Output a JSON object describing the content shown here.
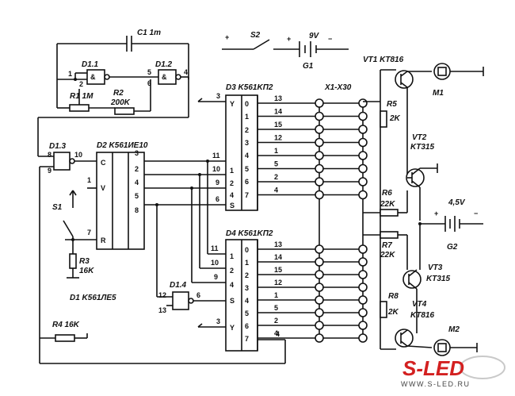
{
  "components": {
    "C1": "C1 1m",
    "S2": "S2",
    "battery_9v": "9V",
    "G1": "G1",
    "VT1": "VT1 KT816",
    "M1": "M1",
    "D1_1": "D1.1",
    "D1_2": "D1.2",
    "R1": "R1 1M",
    "R2": "R2",
    "R2_val": "200K",
    "D3": "D3 K561KП2",
    "X1": "X1-X30",
    "R5": "R5",
    "R5_val": "2K",
    "VT2": "VT2",
    "VT2_type": "KT315",
    "D1_3": "D1.3",
    "D2": "D2 K561ИE10",
    "S1": "S1",
    "R3": "R3",
    "R3_val": "16K",
    "D1": "D1 K561ЛE5",
    "R6": "R6",
    "R6_val": "22K",
    "bat45": "4,5V",
    "G2": "G2",
    "R7": "R7",
    "R7_val": "22K",
    "D4": "D4 K561KП2",
    "VT3": "VT3",
    "VT3_type": "KT315",
    "D1_4": "D1.4",
    "R8": "R8",
    "R8_val": "2K",
    "VT4": "VT4",
    "VT4_type": "KT816",
    "R4": "R4 16K",
    "M2": "M2"
  },
  "mux_pins": [
    "13",
    "14",
    "15",
    "12",
    "1",
    "5",
    "2",
    "4"
  ],
  "mux_in_pins": [
    "11",
    "10",
    "9",
    "6"
  ],
  "counter_pins": [
    "3",
    "2",
    "4",
    "5",
    "8"
  ],
  "counter_left": [
    "10",
    "1",
    "7"
  ],
  "logo": {
    "name": "S-LED",
    "url": "WWW.S-LED.RU"
  }
}
